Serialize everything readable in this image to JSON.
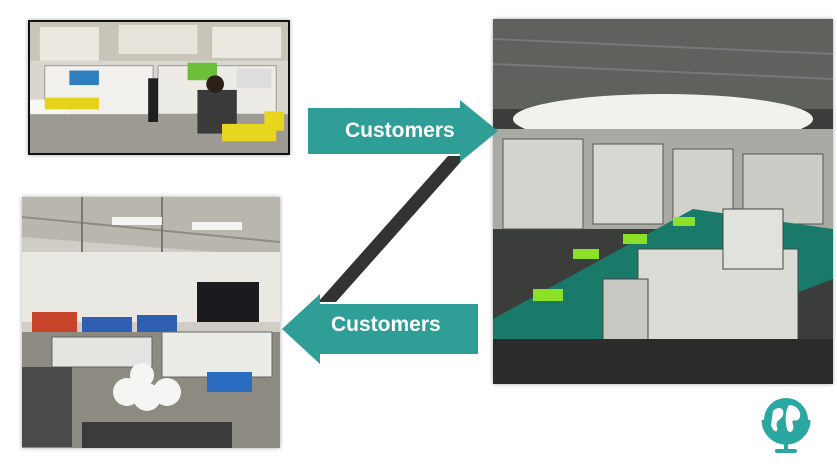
{
  "arrows": {
    "to_right_label": "Customers",
    "to_left_label": "Customers"
  },
  "colors": {
    "arrow_teal": "#2f9e96",
    "connector": "#333333",
    "logo_teal": "#2aa7a0"
  },
  "photos": {
    "top_left": "factory-workers-photo",
    "bottom_left": "warehouse-machines-photo",
    "right": "production-line-photo"
  },
  "logo": {
    "icon": "globe-icon"
  }
}
